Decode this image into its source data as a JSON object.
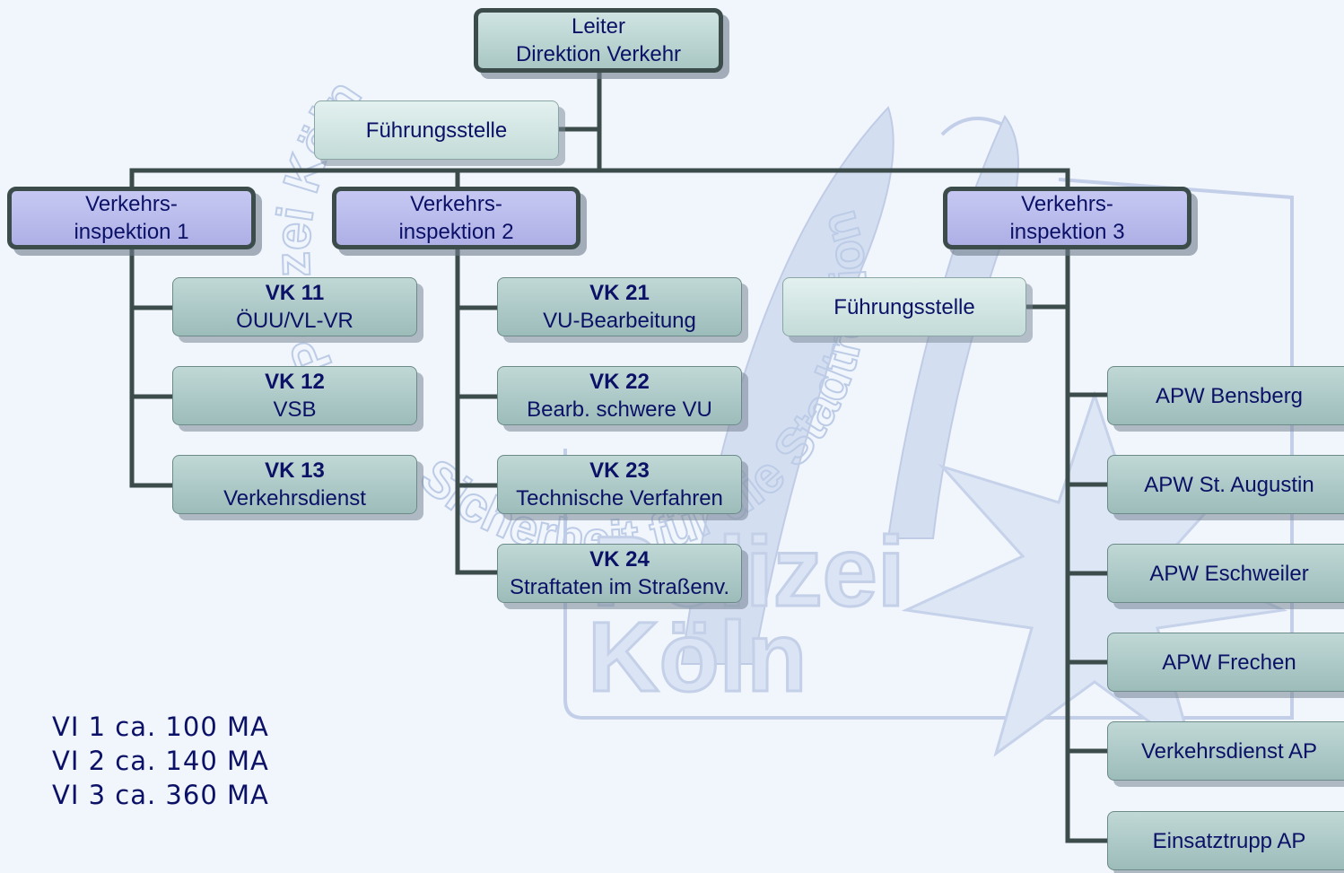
{
  "colors": {
    "background": "#f1f5fc",
    "text": "#0b1166",
    "connector": "#3c4c4b",
    "inspection_fill": "#bcbeee",
    "unit_fill": "#aecac8",
    "watermark": "#c6d2ea"
  },
  "watermark": {
    "upper_arc": "Polizei Köln",
    "lower_arc": "Sicherheit für die Stadtregion",
    "big_text_1": "Polizei",
    "big_text_2": "Köln"
  },
  "chart": {
    "leader": {
      "line1": "Leiter",
      "line2": "Direktion Verkehr"
    },
    "staff": "Führungsstelle",
    "inspections": [
      {
        "line1": "Verkehrs-",
        "line2": "inspektion 1",
        "units": [
          {
            "code": "VK 11",
            "name": "ÖUU/VL-VR"
          },
          {
            "code": "VK 12",
            "name": "VSB"
          },
          {
            "code": "VK 13",
            "name": "Verkehrsdienst"
          }
        ]
      },
      {
        "line1": "Verkehrs-",
        "line2": "inspektion 2",
        "units": [
          {
            "code": "VK 21",
            "name": "VU-Bearbeitung"
          },
          {
            "code": "VK 22",
            "name": "Bearb. schwere VU"
          },
          {
            "code": "VK 23",
            "name": "Technische Verfahren"
          },
          {
            "code": "VK 24",
            "name": "Straftaten im Straßenv."
          }
        ]
      },
      {
        "line1": "Verkehrs-",
        "line2": "inspektion 3",
        "staff": "Führungsstelle",
        "units": [
          {
            "name": "APW Bensberg"
          },
          {
            "name": "APW St. Augustin"
          },
          {
            "name": "APW Eschweiler"
          },
          {
            "name": "APW Frechen"
          },
          {
            "name": "Verkehrsdienst AP"
          },
          {
            "name": "Einsatztrupp AP"
          }
        ]
      }
    ]
  },
  "stats": [
    "VI 1 ca. 100 MA",
    "VI 2 ca. 140 MA",
    "VI 3 ca. 360 MA"
  ]
}
